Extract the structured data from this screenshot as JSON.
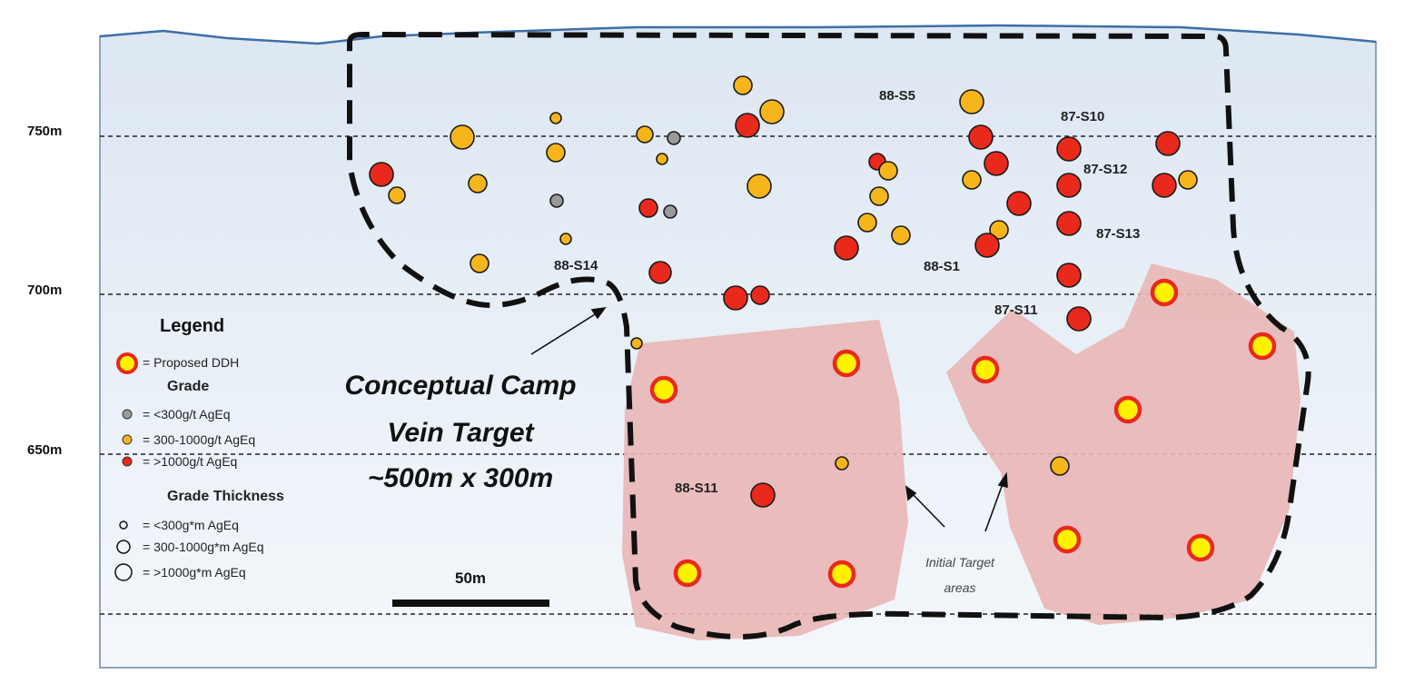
{
  "elevations": [
    "750m",
    "700m",
    "650m"
  ],
  "drill_labels": [
    "88-S5",
    "87-S10",
    "87-S12",
    "87-S13",
    "88-S1",
    "88-S14",
    "87-S11",
    "88-S11"
  ],
  "legend": {
    "title": "Legend",
    "proposed": "= Proposed DDH",
    "grade_title": "Grade",
    "grade_items": [
      "= <300g/t AgEq",
      "= 300-1000g/t AgEq",
      "= >1000g/t AgEq"
    ],
    "thickness_title": "Grade Thickness",
    "thickness_items": [
      "= <300g*m AgEq",
      "= 300-1000g*m AgEq",
      "= >1000g*m AgEq"
    ]
  },
  "target": {
    "line1": "Conceptual Camp",
    "line2": "Vein Target",
    "line3": "~500m x 300m"
  },
  "initial": {
    "line1": "Initial Target",
    "line2": "areas"
  },
  "scale_label": "50m",
  "colors": {
    "red": "#e8291c",
    "orange": "#f6b51a",
    "grey": "#9a9a9a",
    "proposed_fill": "#fff200",
    "proposed_ring": "#e8291c",
    "target_area": "#e9b6b6",
    "section_bg": "#eaf1f8"
  }
}
